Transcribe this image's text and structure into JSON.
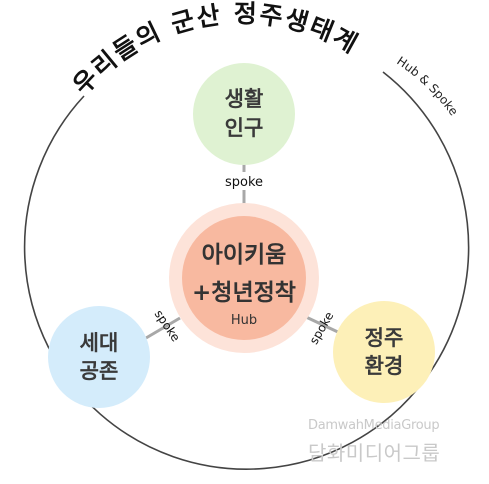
{
  "title": "우리들의 군산 정주생태계",
  "model_label": "Hub & Spoke",
  "hub": {
    "line1": "아이키움",
    "line2": "+청년정착",
    "sub": "Hub"
  },
  "spokes": [
    {
      "line1": "생활",
      "line2": "인구",
      "connector": "spoke"
    },
    {
      "line1": "세대",
      "line2": "공존",
      "connector": "spoke"
    },
    {
      "line1": "정주",
      "line2": "환경",
      "connector": "spoke"
    }
  ],
  "watermark": {
    "en": "DamwahMediaGroup",
    "ko": "담화미디어그룹"
  },
  "colors": {
    "hub_outer": "#fde3d9",
    "hub_inner": "#f8b9a0",
    "spoke_top": "#dff2d2",
    "spoke_left": "#d4ecfb",
    "spoke_right": "#fdf0b8",
    "outline": "#444444",
    "connector": "#a8a8a8"
  }
}
